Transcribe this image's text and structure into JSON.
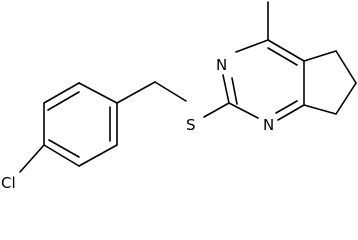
{
  "molecule": {
    "atoms": {
      "chlorine": "Cl",
      "sulfur": "S",
      "nitrogen_upper": "N",
      "nitrogen_lower": "N"
    }
  }
}
